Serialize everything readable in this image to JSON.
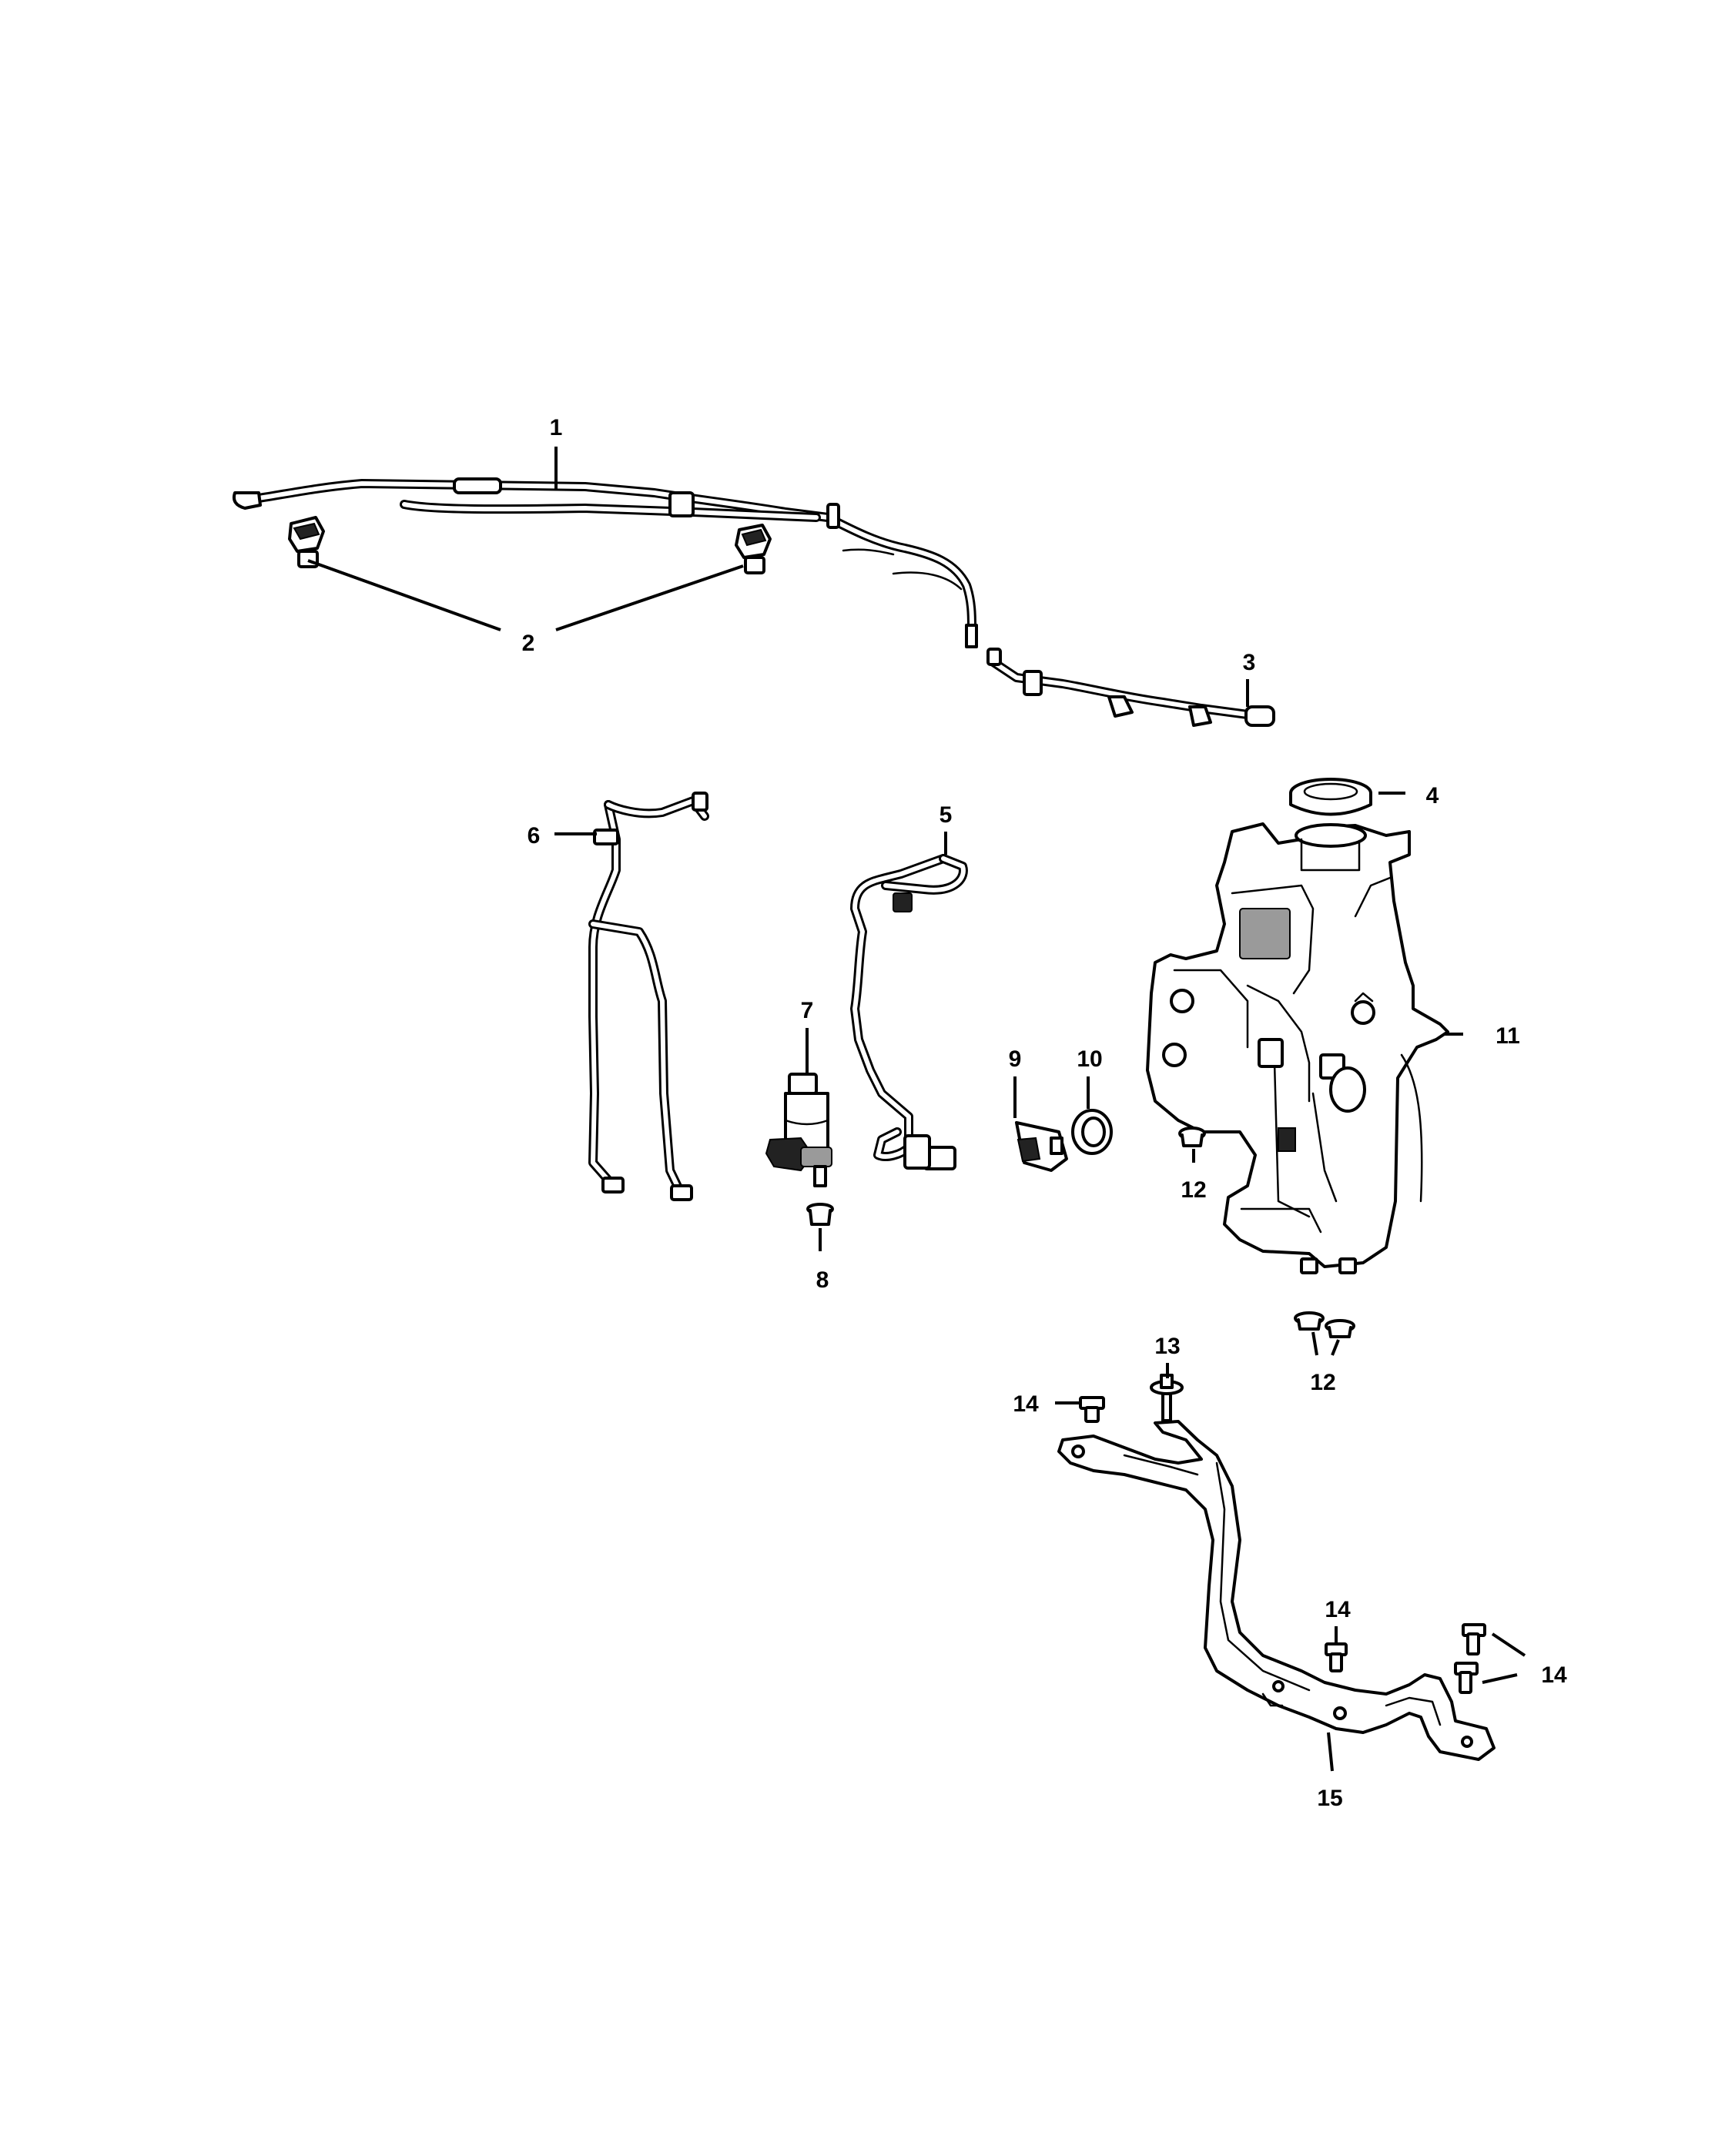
{
  "diagram": {
    "callouts": [
      {
        "id": "c1",
        "label": "1"
      },
      {
        "id": "c2",
        "label": "2"
      },
      {
        "id": "c3",
        "label": "3"
      },
      {
        "id": "c4",
        "label": "4"
      },
      {
        "id": "c5",
        "label": "5"
      },
      {
        "id": "c6",
        "label": "6"
      },
      {
        "id": "c7",
        "label": "7"
      },
      {
        "id": "c8",
        "label": "8"
      },
      {
        "id": "c9",
        "label": "9"
      },
      {
        "id": "c10",
        "label": "10"
      },
      {
        "id": "c11",
        "label": "11"
      },
      {
        "id": "c12a",
        "label": "12"
      },
      {
        "id": "c12b",
        "label": "12"
      },
      {
        "id": "c13",
        "label": "13"
      },
      {
        "id": "c14a",
        "label": "14"
      },
      {
        "id": "c14b",
        "label": "14"
      },
      {
        "id": "c14c",
        "label": "14"
      },
      {
        "id": "c15",
        "label": "15"
      }
    ],
    "colors": {
      "line": "#000000",
      "background": "#ffffff",
      "shade": "#9a9a9a"
    }
  }
}
